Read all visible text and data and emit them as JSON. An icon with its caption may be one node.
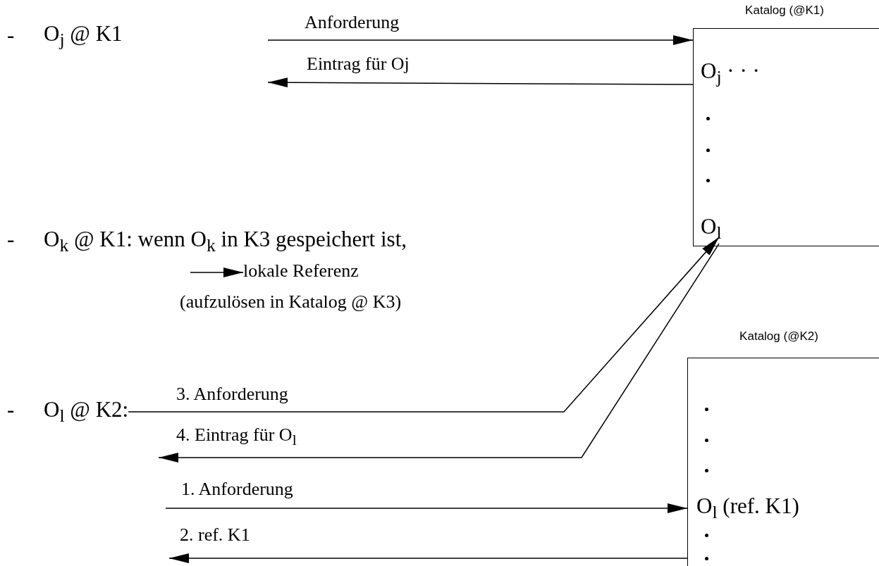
{
  "diagram": {
    "nodes": [
      {
        "text": [
          "O$_{j}$ @ K1"
        ]
      },
      {
        "text": [
          "Katalog (@K1)",
          "O$_{j}$ · · ·"
        ]
      },
      {
        "text": [
          "O$_{l}$"
        ],
        "in": 1
      },
      {
        "text": [
          "O$_{k}$ @ K1: wenn O$_{k}$ in K3 gespeichert ist,"
        ]
      },
      {
        "text": [
          "lokale Referenz"
        ]
      },
      {
        "text": [
          "O$_{l}$ @ K2:"
        ]
      },
      {
        "text": [
          "Katalog (@K2)"
        ]
      },
      {
        "text": [
          "O$_{l}$ (ref. K1)"
        ],
        "in": 6
      }
    ],
    "edges": [
      {
        "from": null,
        "to": 1,
        "arrow": "to",
        "label": "Anforderung"
      },
      {
        "from": 1,
        "to": null,
        "arrow": "to",
        "label": "Eintrag für Oj"
      },
      {
        "from": null,
        "to": 4,
        "arrow": "to"
      },
      {
        "from": 5,
        "to": 2,
        "arrow": "to",
        "label": "3. Anforderung"
      },
      {
        "from": 2,
        "to": null,
        "arrow": "to",
        "label": "4. Eintrag für O$_{l}$"
      },
      {
        "from": null,
        "to": 6,
        "arrow": "to",
        "label": "1. Anforderung"
      },
      {
        "from": 6,
        "to": null,
        "arrow": "to",
        "label": "2. ref. K1"
      }
    ],
    "labels": [
      "-",
      "-",
      "(aufzulösen in Katalog @ K3)",
      "-"
    ]
  }
}
